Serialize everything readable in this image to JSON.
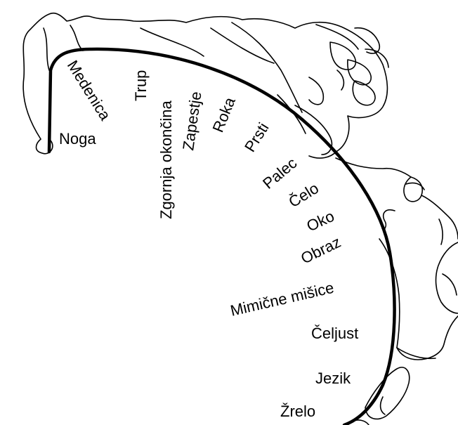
{
  "labels": {
    "noga": "Noga",
    "medenica": "Medenica",
    "trup": "Trup",
    "zgornja_okoncina": "Zgornja okončina",
    "zapestje": "Zapestje",
    "roka": "Roka",
    "prsti": "Prsti",
    "palec": "Palec",
    "celo": "Čelo",
    "oko": "Oko",
    "obraz": "Obraz",
    "mimicne_misice": "Mimične mišice",
    "celjust": "Čeljust",
    "jezik": "Jezik",
    "zrelo": "Žrelo"
  }
}
